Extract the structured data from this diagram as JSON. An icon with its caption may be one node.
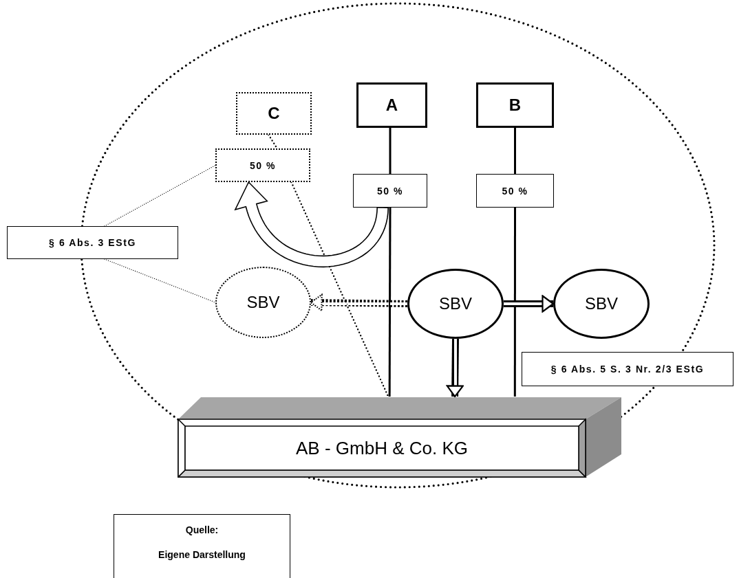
{
  "diagram": {
    "nodes": [
      {
        "text": [
          "C"
        ]
      },
      {
        "text": [
          "A"
        ]
      },
      {
        "text": [
          "B"
        ]
      },
      {
        "text": [
          "50 %"
        ]
      },
      {
        "text": [
          "50 %"
        ]
      },
      {
        "text": [
          "50 %"
        ]
      },
      {
        "text": [
          "§ 6 Abs. 3 EStG"
        ]
      },
      {
        "text": [
          "SBV"
        ]
      },
      {
        "text": [
          "SBV"
        ]
      },
      {
        "text": [
          "SBV"
        ]
      },
      {
        "text": [
          "§ 6 Abs. 5 S. 3 Nr. 2/3 EStG"
        ]
      },
      {
        "text": [
          "AB - GmbH & Co. KG"
        ]
      },
      {
        "text": [
          "Quelle:",
          "Eigene Darstellung"
        ]
      }
    ],
    "edges": [
      {
        "from": 0,
        "to": 3,
        "arrow": "none",
        "style": "dashed"
      },
      {
        "from": 3,
        "to": 11,
        "arrow": "none",
        "style": "dashed"
      },
      {
        "from": 1,
        "to": 4,
        "arrow": "none"
      },
      {
        "from": 4,
        "to": 11,
        "arrow": "none"
      },
      {
        "from": 2,
        "to": 5,
        "arrow": "none"
      },
      {
        "from": 5,
        "to": 11,
        "arrow": "none"
      },
      {
        "from": 6,
        "to": 3,
        "arrow": "none",
        "style": "dashed"
      },
      {
        "from": 6,
        "to": 7,
        "arrow": "none",
        "style": "dashed"
      },
      {
        "from": 4,
        "to": 3,
        "arrow": "to",
        "style": "thick"
      },
      {
        "from": 8,
        "to": 7,
        "arrow": "to",
        "style": "dashed"
      },
      {
        "from": 8,
        "to": 9,
        "arrow": "to",
        "style": "thick"
      },
      {
        "from": 8,
        "to": 11,
        "arrow": "to",
        "style": "thick"
      }
    ]
  }
}
